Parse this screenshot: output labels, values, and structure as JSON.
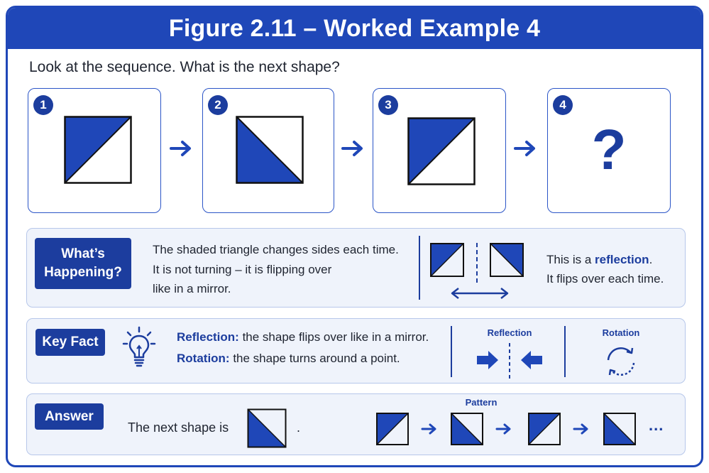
{
  "header": {
    "title": "Figure 2.11 – Worked Example 4"
  },
  "question": "Look at the sequence. What is the next shape?",
  "steps": [
    {
      "number": "1"
    },
    {
      "number": "2"
    },
    {
      "number": "3"
    },
    {
      "number": "4",
      "mark": "?"
    }
  ],
  "whats_happening": {
    "label": "What’s Happening?",
    "line1": "The shaded triangle changes sides each time.",
    "line2": "It is not turning – it is flipping over",
    "line3": "like in a mirror.",
    "reflection_prefix": "This is a ",
    "reflection_word": "reflection",
    "reflection_suffix": ".",
    "flip_note": "It flips over each time."
  },
  "key_fact": {
    "label": "Key Fact",
    "reflection_term": "Reflection:",
    "reflection_def": " the shape flips over like in a mirror.",
    "rotation_term": "Rotation:",
    "rotation_def": " the shape turns around a point.",
    "reflection_head": "Reflection",
    "rotation_head": "Rotation"
  },
  "answer": {
    "label": "Answer",
    "text": "The next shape is",
    "period": ".",
    "pattern_head": "Pattern",
    "ellipsis": "..."
  },
  "colors": {
    "primary": "#1f47b8",
    "dark_blue": "#1c3d9e",
    "panel_bg": "#eff3fb",
    "panel_border": "#b7c7ea"
  }
}
